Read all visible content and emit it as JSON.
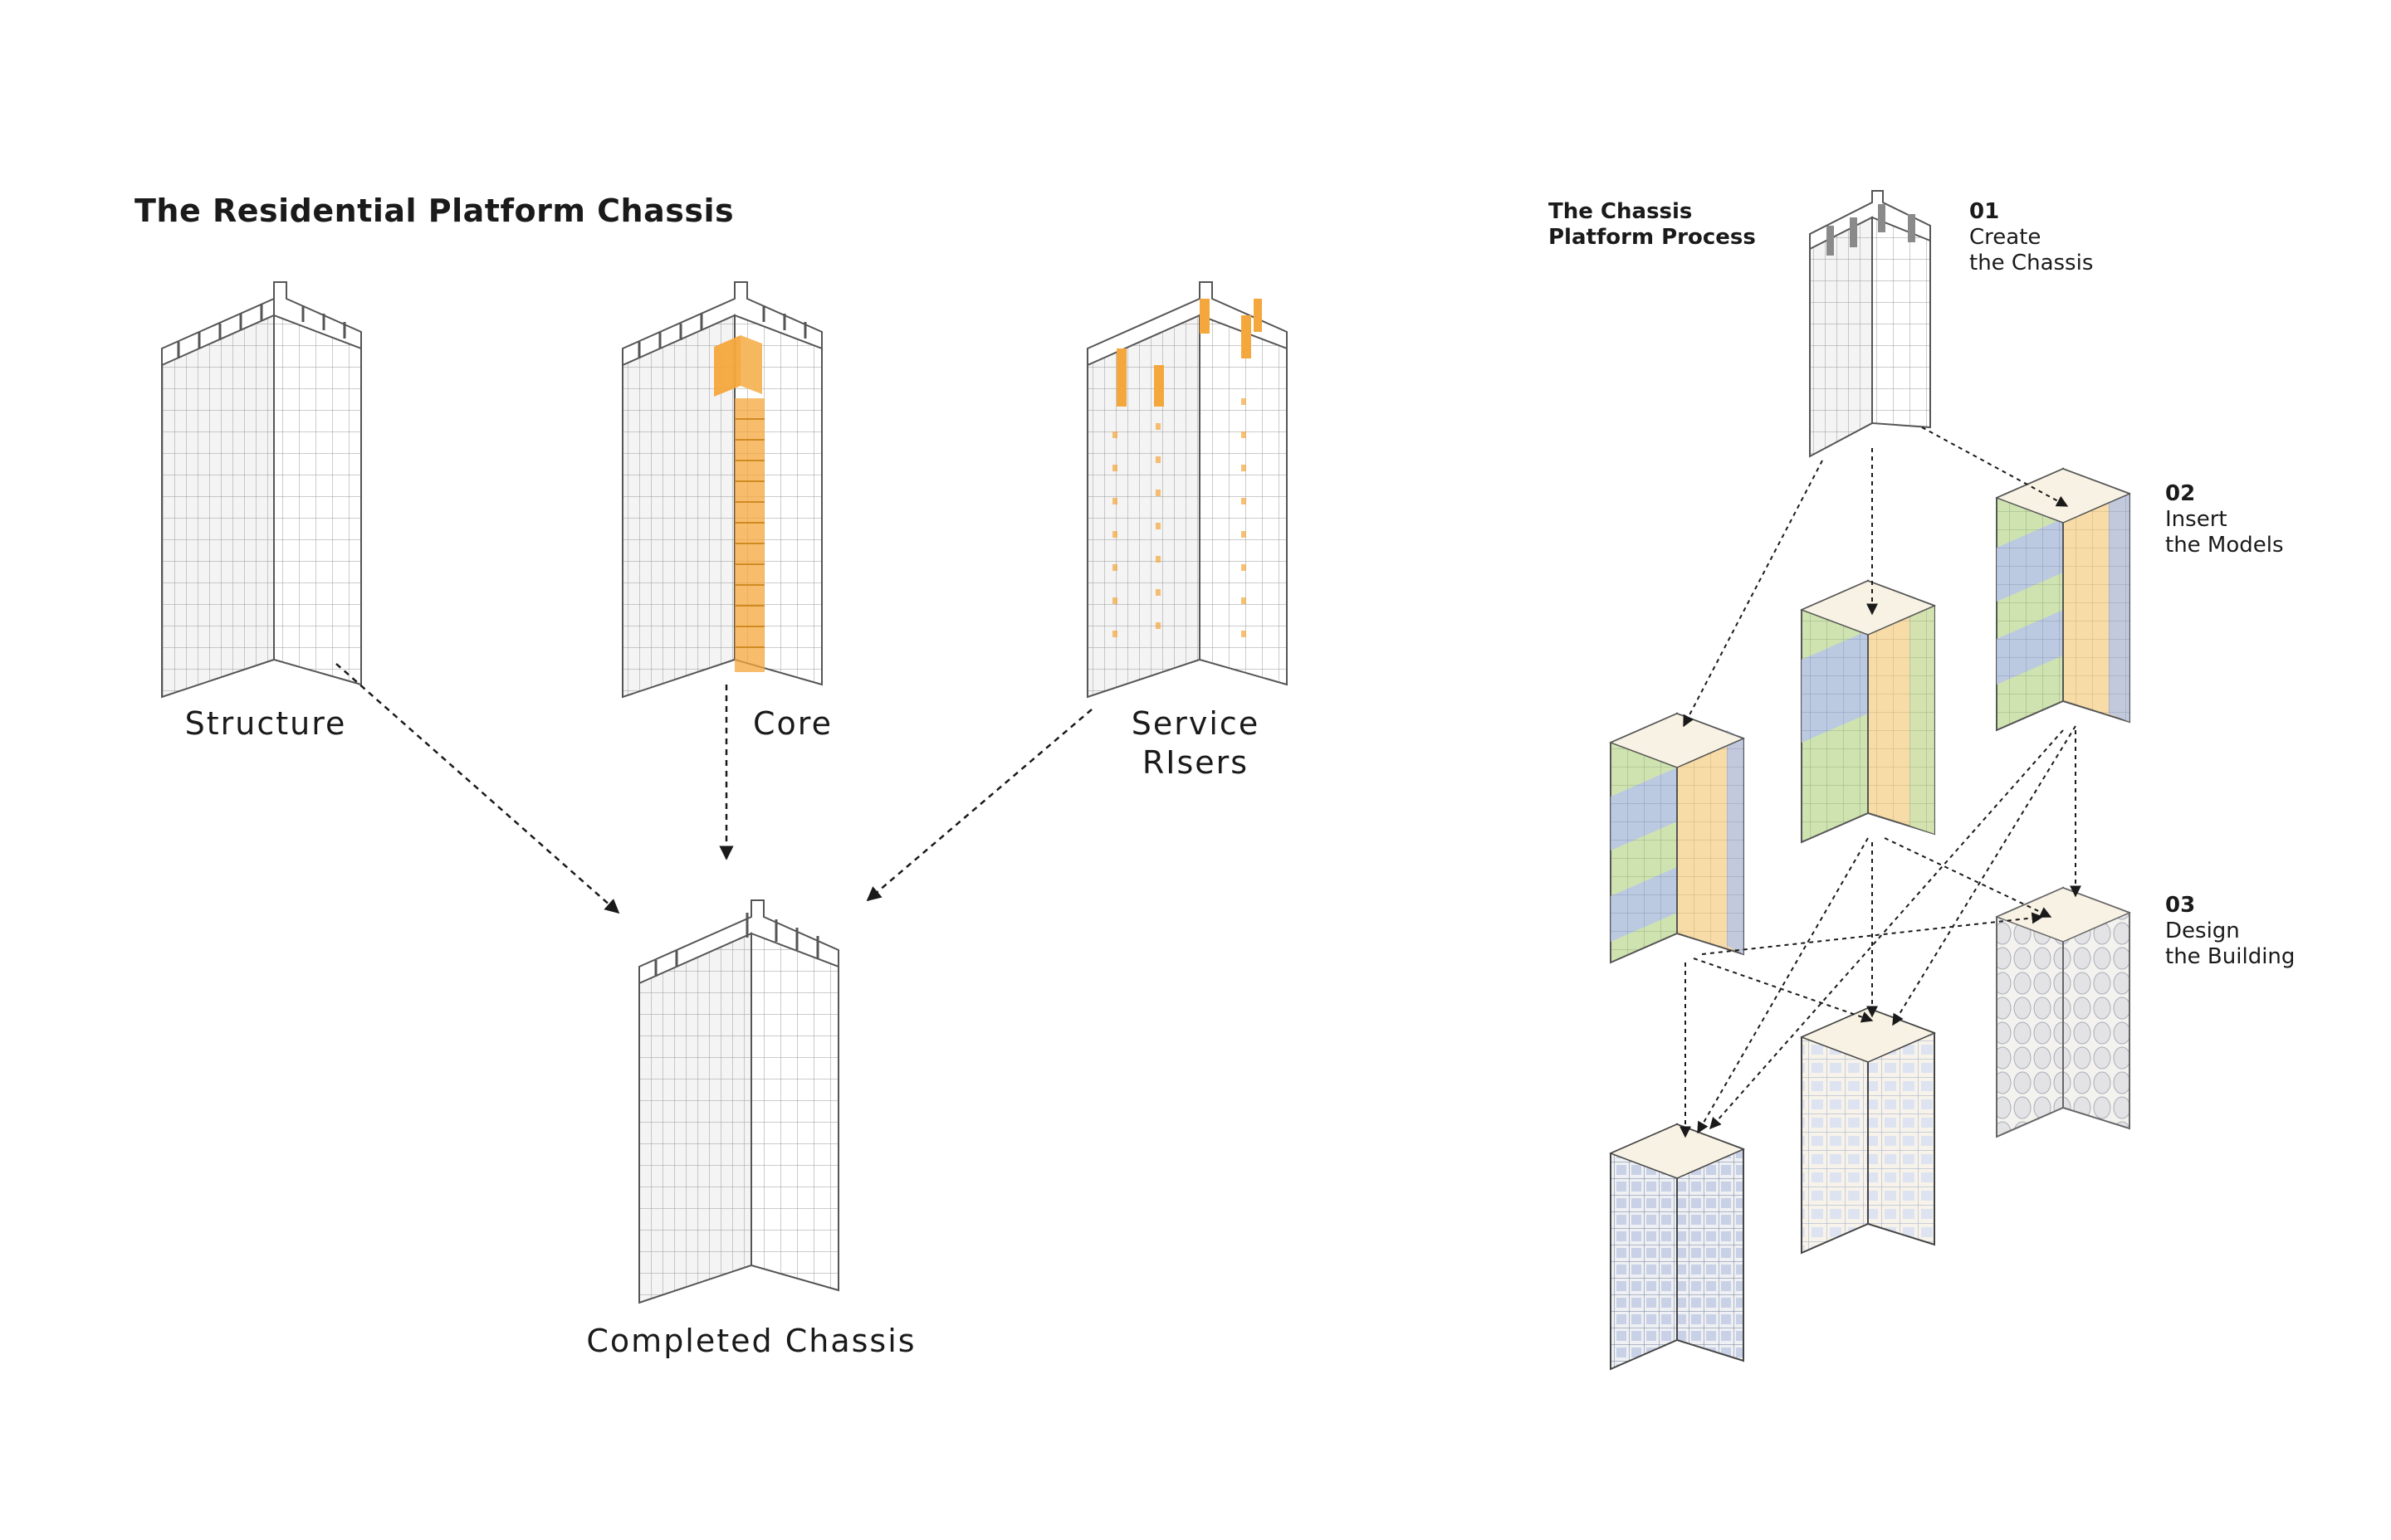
{
  "left": {
    "title": "The Residential Platform Chassis",
    "labels": {
      "structure": "Structure",
      "core": "Core",
      "service_line1": "Service",
      "service_line2": "RIsers",
      "completed": "Completed Chassis"
    }
  },
  "right": {
    "title_line1": "The Chassis",
    "title_line2": "Platform Process",
    "steps": [
      {
        "number": "01",
        "line1": "Create",
        "line2": "the Chassis"
      },
      {
        "number": "02",
        "line1": "Insert",
        "line2": "the Models"
      },
      {
        "number": "03",
        "line1": "Design",
        "line2": "the Building"
      }
    ]
  },
  "colors": {
    "core_orange": "#f4a73c",
    "model_green": "#cfe3b0",
    "model_blue": "#aebde0",
    "model_yellow": "#f7d9a0",
    "line": "#3a3a3a"
  }
}
